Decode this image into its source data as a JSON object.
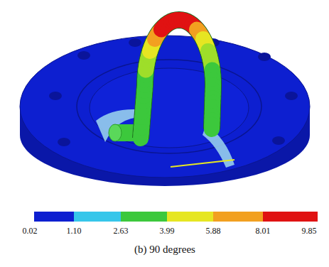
{
  "diagram": {
    "caption": "(b) 90 degrees",
    "labels": [
      "0.02",
      "1.10",
      "2.63",
      "3.99",
      "5.88",
      "8.01",
      "9.85"
    ]
  }
}
